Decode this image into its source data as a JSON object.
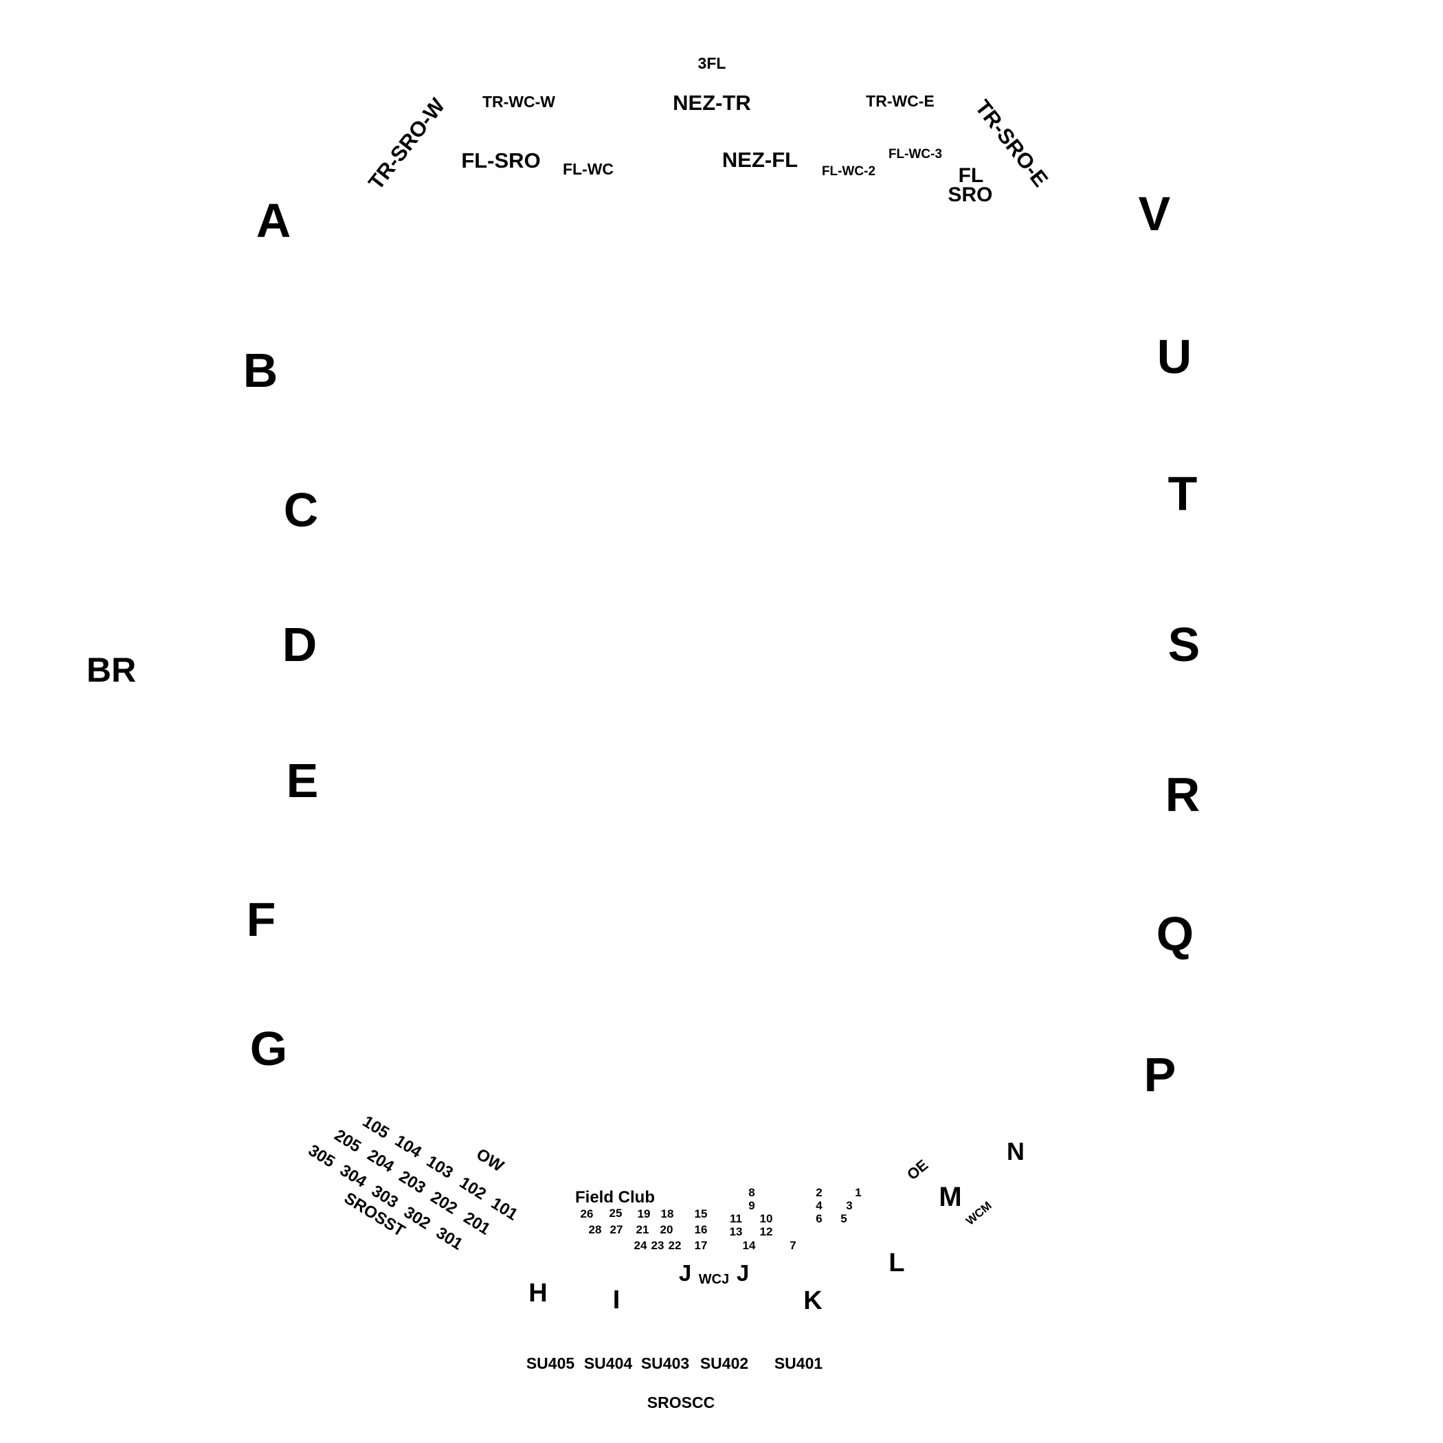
{
  "sections": {
    "A": "A",
    "B": "B",
    "C": "C",
    "D": "D",
    "E": "E",
    "F": "F",
    "G": "G",
    "H": "H",
    "I": "I",
    "J_left": "J",
    "J_right": "J",
    "K": "K",
    "L": "L",
    "M": "M",
    "N": "N",
    "P": "P",
    "Q": "Q",
    "R": "R",
    "S": "S",
    "T": "T",
    "U": "U",
    "V": "V",
    "BR": "BR"
  },
  "north": {
    "fl_3": "3FL",
    "tr_sro_w": "TR-SRO-W",
    "tr_wc_w": "TR-WC-W",
    "nez_tr": "NEZ-TR",
    "tr_wc_e": "TR-WC-E",
    "tr_sro_e": "TR-SRO-E",
    "fl_sro": "FL-SRO",
    "fl_wc": "FL-WC",
    "nez_fl": "NEZ-FL",
    "fl_wc_2": "FL-WC-2",
    "fl_wc_3": "FL-WC-3",
    "fl": "FL",
    "sro": "SRO"
  },
  "southwest": {
    "rows": [
      [
        "105",
        "104",
        "103",
        "102",
        "101"
      ],
      [
        "205",
        "204",
        "203",
        "202",
        "201"
      ],
      [
        "305",
        "304",
        "303",
        "302",
        "301"
      ]
    ],
    "ow": "OW",
    "srosst": "SROSST"
  },
  "field_club": {
    "title": "Field Club",
    "boxes": [
      "26",
      "25",
      "19",
      "18",
      "15",
      "28",
      "27",
      "21",
      "20",
      "16",
      "24",
      "23",
      "22",
      "17",
      "8",
      "9",
      "11",
      "10",
      "13",
      "12",
      "14",
      "7",
      "2",
      "1",
      "4",
      "3",
      "6",
      "5"
    ]
  },
  "wcj": "WCJ",
  "oe": "OE",
  "wcm": "WCM",
  "suites": [
    "SU405",
    "SU404",
    "SU403",
    "SU402",
    "SU401"
  ],
  "sroscc": "SROSCC"
}
